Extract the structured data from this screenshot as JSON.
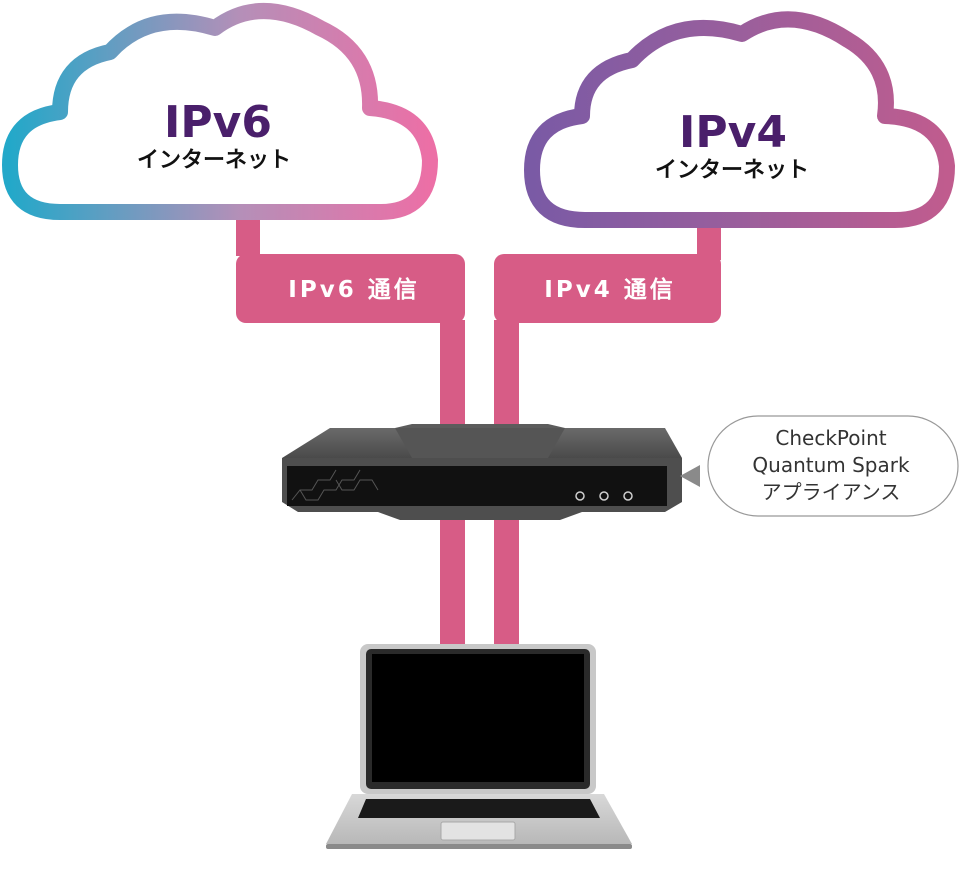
{
  "clouds": {
    "ipv6": {
      "title": "IPv6",
      "subtitle": "インターネット"
    },
    "ipv4": {
      "title": "IPv4",
      "subtitle": "インターネット"
    }
  },
  "links": {
    "ipv6_label": "IPv6 通信",
    "ipv4_label": "IPv4 通信"
  },
  "callout": {
    "line1": "CheckPoint",
    "line2": "Quantum Spark",
    "line3": "アプライアンス"
  },
  "colors": {
    "link": "#d75c86",
    "cloud_ipv6_left": "#23a8c9",
    "cloud_ipv6_right": "#ec6fa6",
    "cloud_ipv4_left": "#7a5aa5",
    "cloud_ipv4_right": "#c05c8e",
    "title_text": "#4a1f6b"
  },
  "icons": {
    "appliance": "network-appliance-icon",
    "laptop": "laptop-icon",
    "pointer": "triangle-pointer-icon"
  }
}
